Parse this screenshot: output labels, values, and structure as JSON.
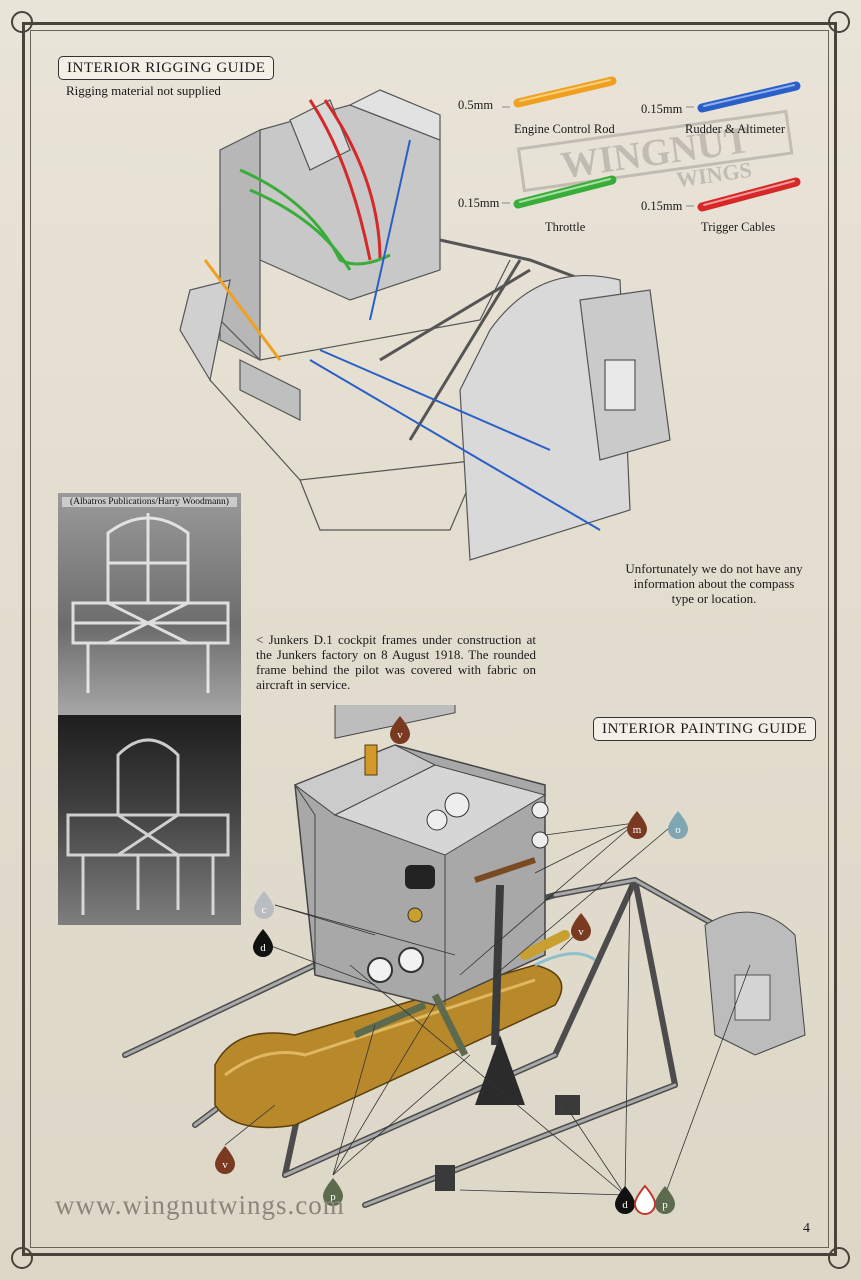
{
  "rigging": {
    "title": "INTERIOR RIGGING GUIDE",
    "note": "Rigging material not supplied",
    "legend": [
      {
        "size": "0.5mm",
        "label": "Engine Control Rod",
        "color": "#f0a020"
      },
      {
        "size": "0.15mm",
        "label": "Rudder & Altimeter",
        "color": "#2a5fc8"
      },
      {
        "size": "0.15mm",
        "label": "Throttle",
        "color": "#3aac3a"
      },
      {
        "size": "0.15mm",
        "label": "Trigger Cables",
        "color": "#d62828"
      }
    ]
  },
  "watermark": {
    "line1": "WINGNUT",
    "line2": "WINGS"
  },
  "photo": {
    "credit": "(Albatros Publications/Harry Woodmann)"
  },
  "caption": "< Junkers D.1 cockpit frames under construction at the Junkers factory on 8 August 1918. The rounded frame behind the pilot was covered with fabric on aircraft in service.",
  "compass_note": "Unfortunately we do not have any information about the compass type or location.",
  "painting": {
    "title": "INTERIOR PAINTING GUIDE",
    "drops": [
      {
        "letter": "v",
        "color": "#7a3a22"
      },
      {
        "letter": "m",
        "color": "#7a3a22"
      },
      {
        "letter": "o",
        "color": "#7fa6b2"
      },
      {
        "letter": "c",
        "color": "#b9bcc0"
      },
      {
        "letter": "d",
        "color": "#111111"
      },
      {
        "letter": "v",
        "color": "#7a3a22"
      },
      {
        "letter": "v",
        "color": "#7a3a22"
      },
      {
        "letter": "p",
        "color": "#5c6b4e"
      },
      {
        "letter": "d",
        "color": "#111111"
      },
      {
        "letter": "?",
        "color": "#c0392b"
      },
      {
        "letter": "p",
        "color": "#5c6b4e"
      }
    ]
  },
  "footer": {
    "website": "www.wingnutwings.com",
    "page_number": "4"
  }
}
